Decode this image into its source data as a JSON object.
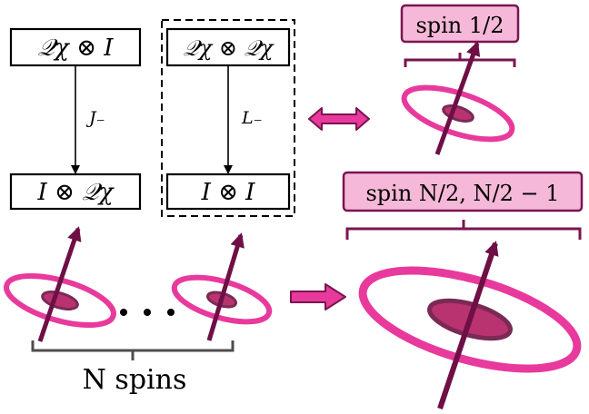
{
  "flow_left": {
    "top_box": "𝒬χ ⊗ I",
    "arrow_label": "J₋",
    "bottom_box": "I ⊗ 𝒬χ"
  },
  "flow_right": {
    "top_box": "𝒬χ ⊗ 𝒬χ",
    "arrow_label": "L₋",
    "bottom_box": "I ⊗ I"
  },
  "spin_half_label": "spin 1/2",
  "spin_big_label": "spin N/2, N/2 − 1",
  "n_spins_label": "N spins",
  "dots": "· · ·",
  "colors": {
    "ring_pink": "#e83a9c",
    "arrow_maroon": "#6e0f46",
    "label_fill": "#f6b8d8",
    "label_stroke": "#7a1450",
    "bracket_maroon": "#7a1450",
    "bracket_gray": "#4d4d4d",
    "core_fill": "#b8336f",
    "core_stroke": "#7a2a55"
  }
}
